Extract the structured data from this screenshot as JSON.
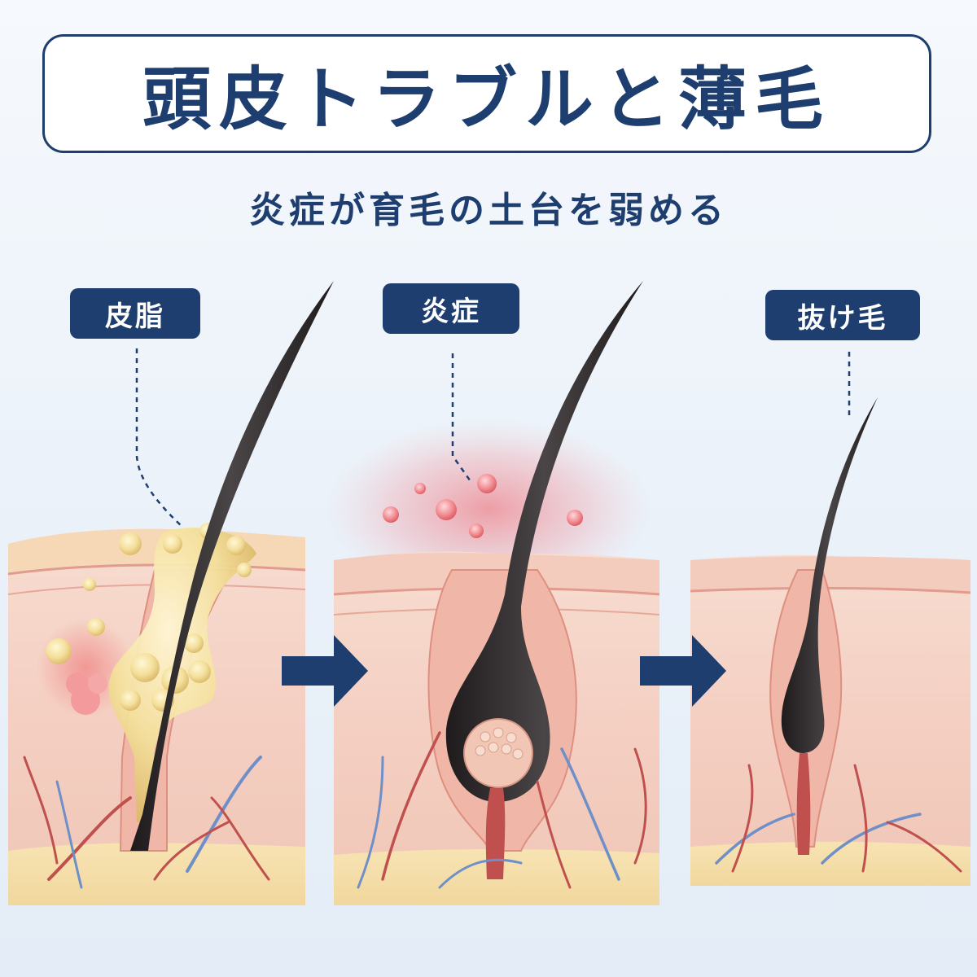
{
  "title": "頭皮トラブルと薄毛",
  "subtitle": "炎症が育毛の土台を弱める",
  "stages": [
    {
      "label": "皮脂"
    },
    {
      "label": "炎症"
    },
    {
      "label": "抜け毛"
    }
  ],
  "colors": {
    "navy": "#1d3e6f",
    "skin": "#f3cfc2",
    "sebum": "#f3df9a",
    "inflammation": "#ef5a62",
    "artery": "#c0504d",
    "vein": "#6f8fc8",
    "hair": "#2e2a2b"
  }
}
